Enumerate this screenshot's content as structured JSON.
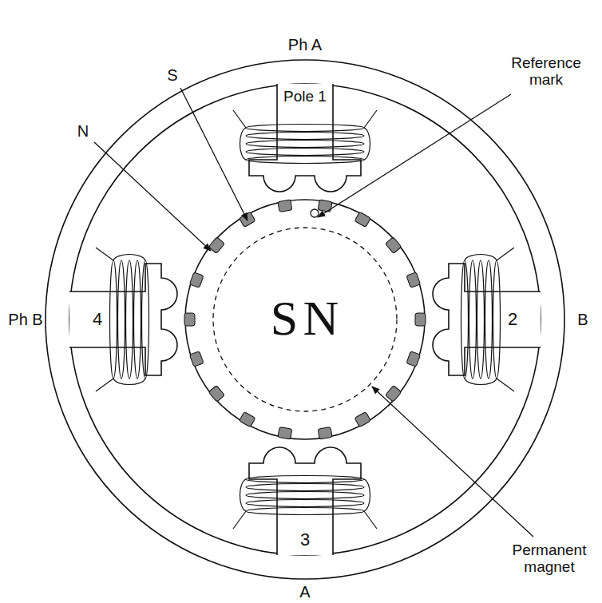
{
  "diagram": {
    "labels": [
      "Ph A",
      "Pole 1",
      "Reference mark",
      "S",
      "N",
      "Ph B",
      "4",
      "2",
      "B",
      "3",
      "A",
      "Permanent magnet",
      "N",
      "S"
    ]
  }
}
